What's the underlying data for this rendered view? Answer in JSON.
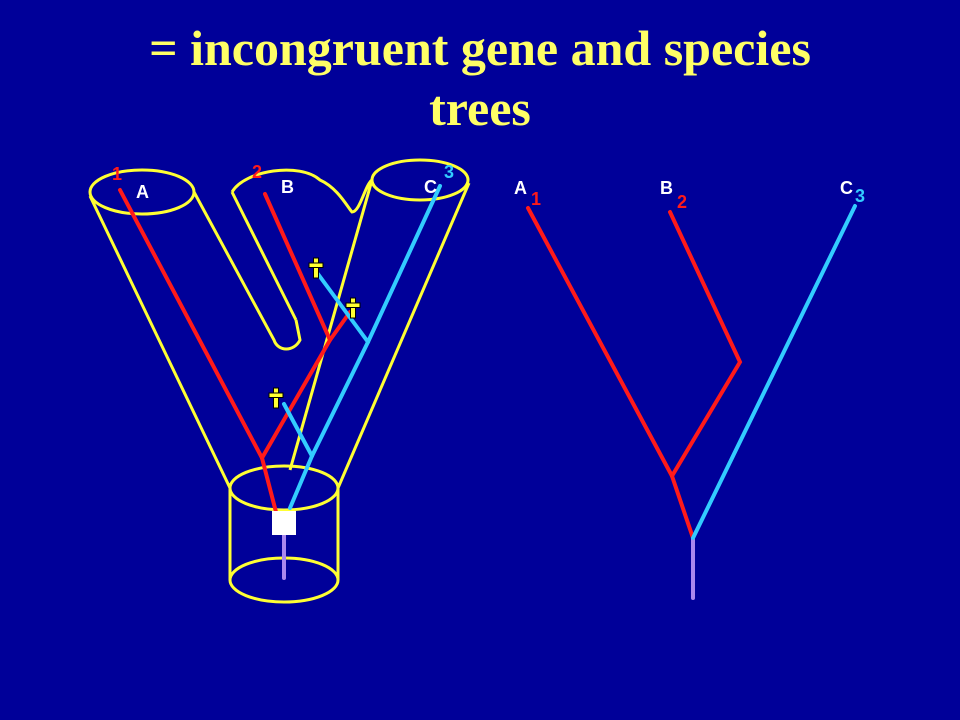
{
  "slide": {
    "title_line1": "= incongruent gene and species",
    "title_line2": "trees"
  },
  "colors": {
    "background": "#000099",
    "title": "#ffff66",
    "species_tree_outline": "#ffff33",
    "gene_copy_red": "#ff1a1a",
    "gene_copy_cyan": "#33ccff",
    "root_lineage": "#aa88ee",
    "labels": "#ffffff"
  },
  "species_tree": {
    "species_labels": [
      "A",
      "B",
      "C"
    ],
    "gene_labels": [
      "1",
      "2",
      "3"
    ],
    "loss_marker_icon": "dagger-icon",
    "duplication_marker_icon": "white-square-icon"
  },
  "gene_tree": {
    "species_labels": [
      "A",
      "B",
      "C"
    ],
    "gene_labels": [
      "1",
      "2",
      "3"
    ]
  }
}
